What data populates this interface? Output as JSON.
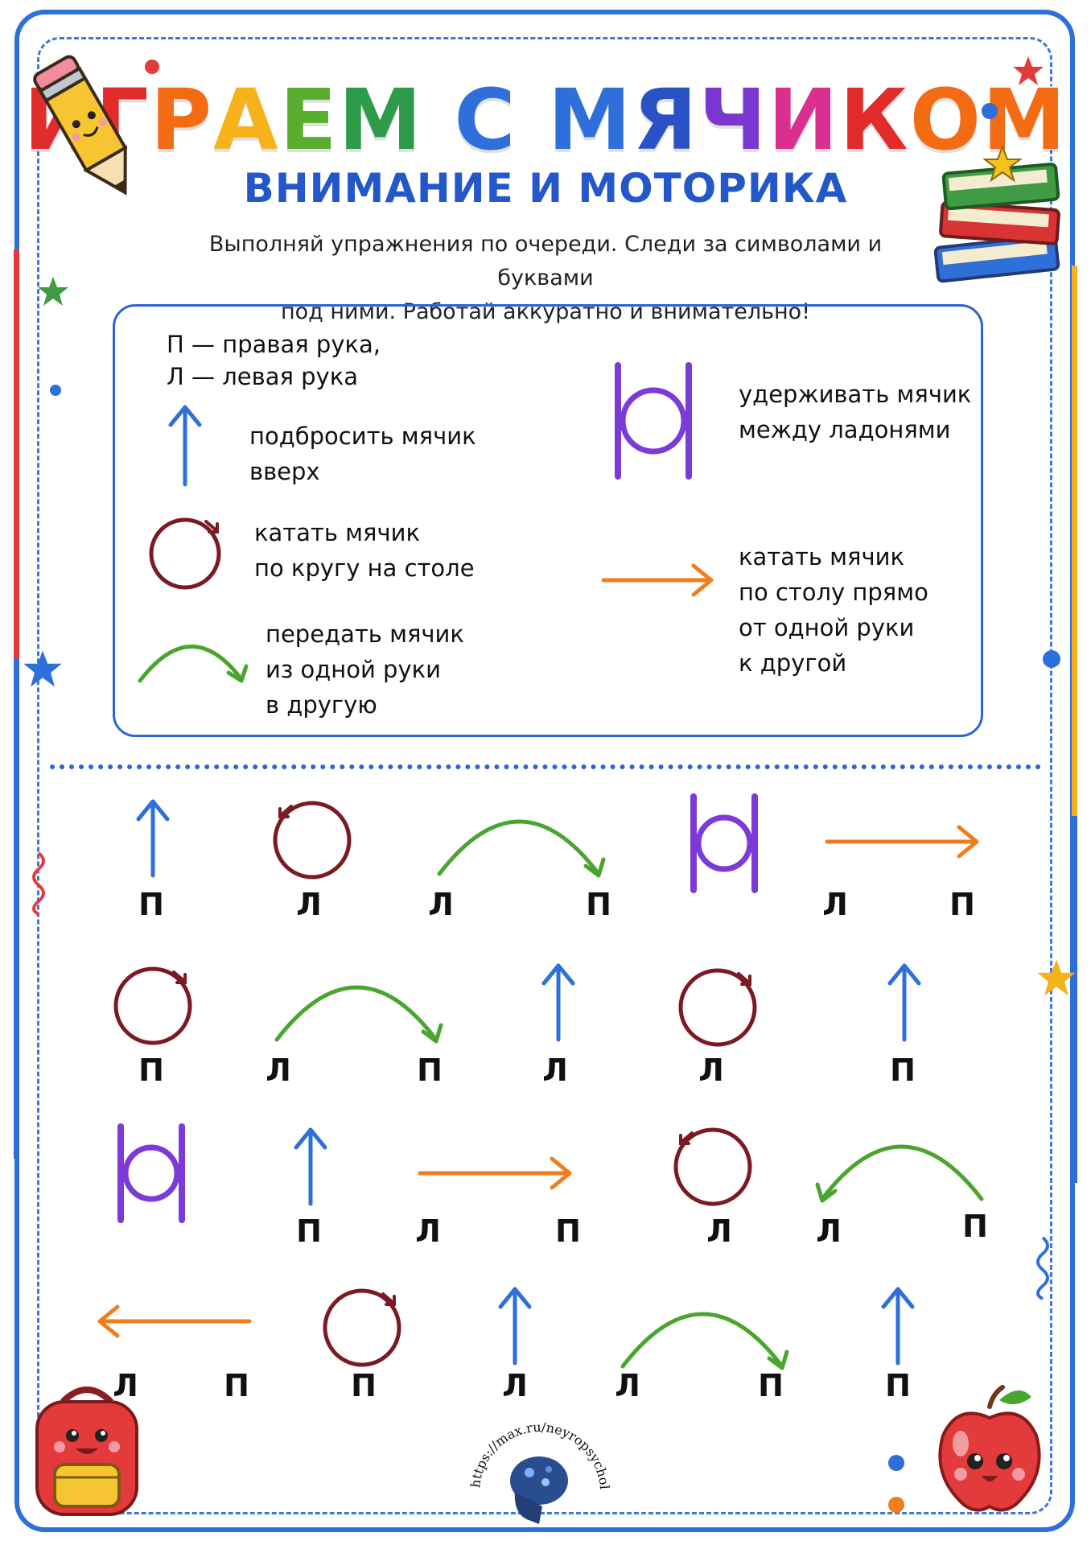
{
  "header": {
    "title_letters": [
      "И",
      "Г",
      "Р",
      "А",
      "Е",
      "М",
      " ",
      "С",
      " ",
      "М",
      "Я",
      "Ч",
      "И",
      "К",
      "О",
      "М"
    ],
    "title_colors": [
      "#e22b2b",
      "#e22b2b",
      "#f36b12",
      "#f6b21a",
      "#5aae2f",
      "#2d9b4a",
      "#ffffff",
      "#2e6fdb",
      "#ffffff",
      "#2e6fdb",
      "#2a52c6",
      "#7b36cf",
      "#d92f8e",
      "#e22b2b",
      "#f36b12",
      "#f36b12"
    ],
    "subtitle": "ВНИМАНИЕ И МОТОРИКА",
    "instructions_line1": "Выполняй упражнения по очереди. Следи за символами и буквами",
    "instructions_line2": "под ними. Работай аккуратно и внимательно!"
  },
  "legend": {
    "right_hand": "П — правая рука,",
    "left_hand": "Л — левая рука",
    "toss_up": [
      "подбросить мячик",
      "вверх"
    ],
    "roll_circle": [
      "катать мячик",
      "по кругу на столе"
    ],
    "pass_ball": [
      "передать мячик",
      "из одной руки",
      "в другую"
    ],
    "hold_between": [
      "удерживать мячик",
      "между ладонями"
    ],
    "roll_straight": [
      "катать мячик",
      "по столу прямо",
      "от одной руки",
      "к другой"
    ]
  },
  "exercise_labels": {
    "row1": [
      "П",
      "Л",
      "Л",
      "П",
      "Л",
      "П"
    ],
    "row2": [
      "П",
      "Л",
      "П",
      "Л",
      "Л",
      "П"
    ],
    "row3": [
      "П",
      "Л",
      "П",
      "Л",
      "Л",
      "П"
    ],
    "row4": [
      "Л",
      "П",
      "П",
      "Л",
      "Л",
      "П",
      "П"
    ]
  },
  "footer": {
    "url": "https://max.ru/neyropsychology"
  },
  "colors": {
    "up_arrow": "#2e6fdb",
    "circle": "#7a1a22",
    "arc": "#4aa52e",
    "hold": "#7c3ad6",
    "straight_arrow": "#f07d1e",
    "frame": "#2f6fd8"
  },
  "icons": [
    "pencil-icon",
    "books-icon",
    "backpack-icon",
    "apple-icon",
    "brain-logo-icon",
    "star-icon"
  ]
}
